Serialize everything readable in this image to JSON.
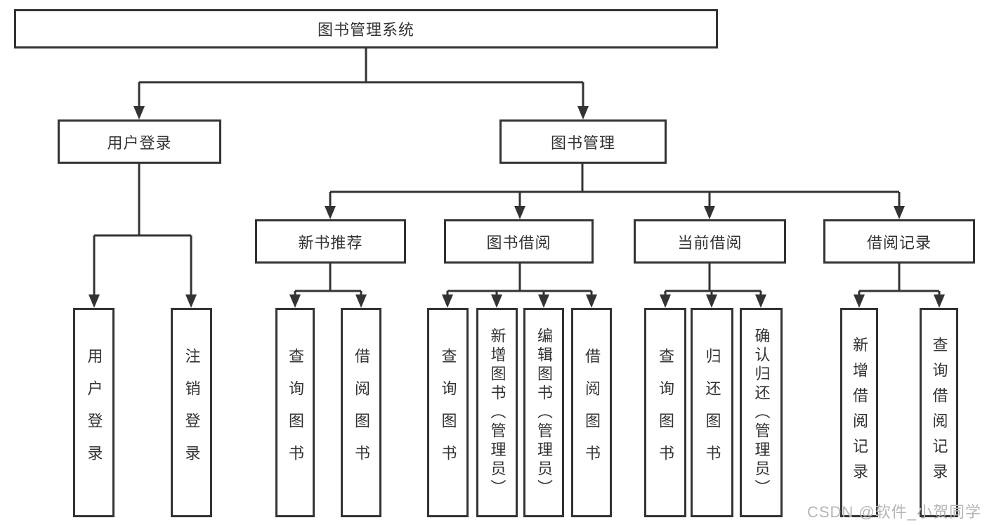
{
  "diagram": {
    "root": {
      "label": "图书管理系统"
    },
    "level2": [
      {
        "label": "用户登录"
      },
      {
        "label": "图书管理"
      }
    ],
    "level3": [
      {
        "label": "新书推荐"
      },
      {
        "label": "图书借阅"
      },
      {
        "label": "当前借阅"
      },
      {
        "label": "借阅记录"
      }
    ],
    "leaves": {
      "user_login": [
        "用户登录",
        "注销登录"
      ],
      "new_book": [
        "查询图书",
        "借阅图书"
      ],
      "book_borrow": [
        "查询图书",
        "新增图书（管理员）",
        "编辑图书（管理员）",
        "借阅图书"
      ],
      "current_borrow": [
        "查询图书",
        "归还图书",
        "确认归还（管理员）"
      ],
      "borrow_record": [
        "新增借阅记录",
        "查询借阅记录"
      ]
    }
  },
  "watermark": {
    "text": "CSDN @软件_小贺同学"
  },
  "colors": {
    "line": "#333333",
    "text": "#333333",
    "box_background": "#ffffff",
    "watermark": "#b5b5b5",
    "background": "#ffffff"
  }
}
